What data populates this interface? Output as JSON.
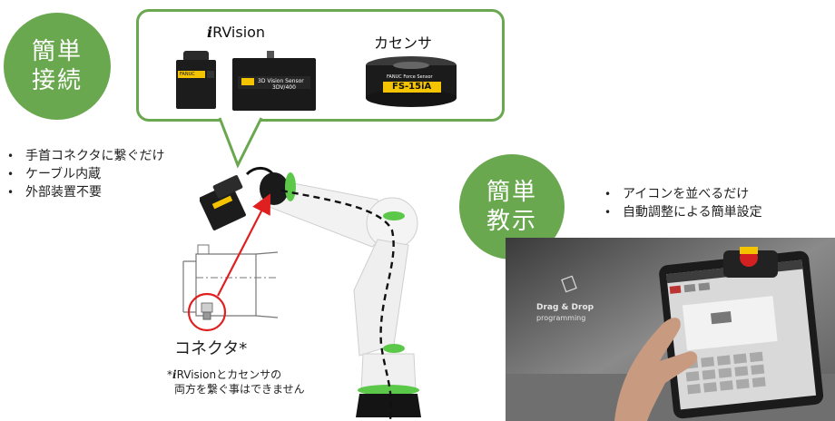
{
  "badges": {
    "easy_connect": {
      "line1": "簡単",
      "line2": "接続"
    },
    "easy_teach": {
      "line1": "簡単",
      "line2": "教示"
    }
  },
  "callout": {
    "irvision_prefix": "i",
    "irvision_rest": "RVision",
    "force_sensor_label": "カセンサ",
    "camera_brand": "FANUC",
    "vision_sensor_box_text": "3D Vision Sensor",
    "vision_sensor_model": "3DV/400",
    "force_sensor_brand": "FANUC Force Sensor",
    "force_sensor_model": "FS-15iA"
  },
  "connect_bullets": [
    "手首コネクタに繋ぐだけ",
    "ケーブル内蔵",
    "外部装置不要"
  ],
  "teach_bullets": [
    "アイコンを並べるだけ",
    "自動調整による簡単設定"
  ],
  "connector_label": "コネクタ*",
  "note": {
    "asterisk": "*",
    "irvision_prefix": "i",
    "irvision_rest": "RVision",
    "line1_suffix": "とカセンサの",
    "line2": "両方を繋ぐ事はできません"
  },
  "video": {
    "overlay_title": "Drag & Drop",
    "overlay_subtitle": "programming"
  },
  "colors": {
    "accent_green": "#6aa84f",
    "arrow_red": "#e02020",
    "robot_green": "#5cc84a",
    "fanuc_yellow": "#f5c400"
  }
}
